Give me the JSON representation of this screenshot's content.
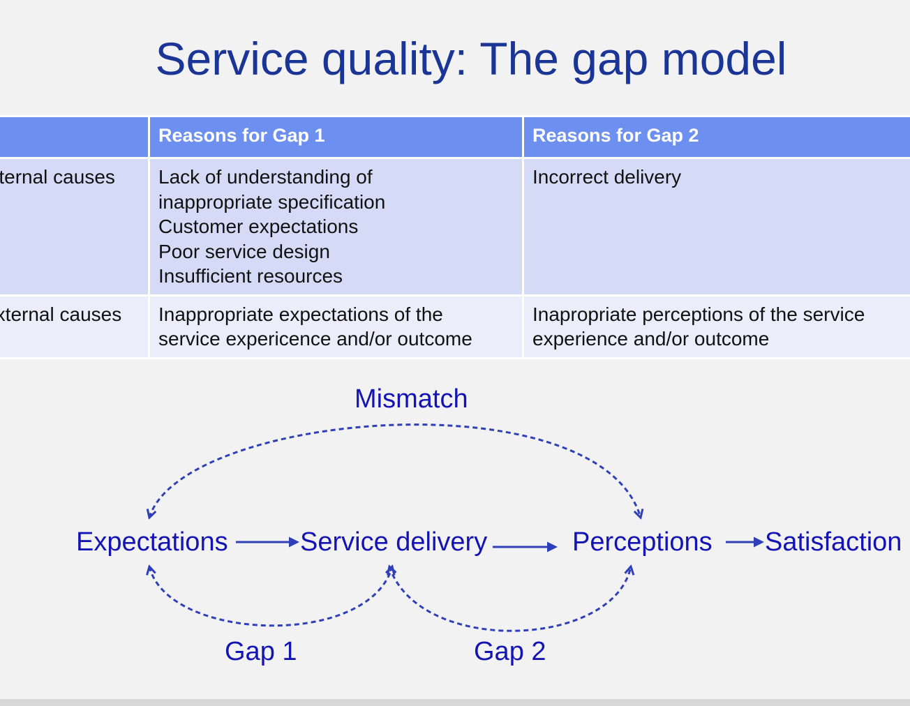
{
  "title": "Service quality: The gap model",
  "table": {
    "headers": [
      "",
      "Reasons for Gap 1",
      "Reasons for Gap 2"
    ],
    "rows": [
      {
        "label": "Internal causes",
        "gap1": [
          "Lack of understanding of",
          "inappropriate specification",
          "Customer expectations",
          "Poor service design",
          "Insufficient resources"
        ],
        "gap2": [
          "Incorrect delivery"
        ]
      },
      {
        "label": "External causes",
        "gap1": [
          "Inappropriate expectations of the",
          "service expericence and/or outcome"
        ],
        "gap2": [
          "Inapropriate perceptions of the service",
          "experience and/or outcome"
        ]
      }
    ]
  },
  "diagram": {
    "nodes": {
      "expectations": "Expectations",
      "service_delivery": "Service delivery",
      "perceptions": "Perceptions",
      "satisfaction": "Satisfaction"
    },
    "arcs": {
      "mismatch": "Mismatch",
      "gap1": "Gap 1",
      "gap2": "Gap 2"
    }
  },
  "colors": {
    "title": "#1a3596",
    "diagram_text": "#1414b4",
    "arrow": "#2e3fb8",
    "header_bg": "#6d8ff0",
    "row_internal_bg": "#d5dbf6",
    "row_external_bg": "#ebedfb"
  }
}
